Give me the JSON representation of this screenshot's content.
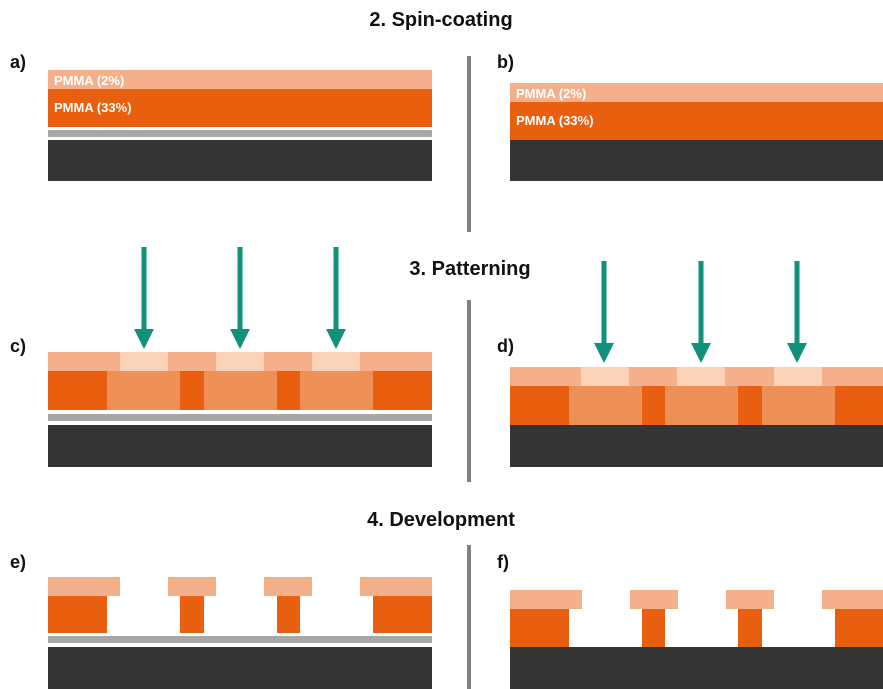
{
  "steps": {
    "spin_coating": "2. Spin-coating",
    "patterning": "3. Patterning",
    "development": "4. Development"
  },
  "panels": {
    "a": "a)",
    "b": "b)",
    "c": "c)",
    "d": "d)",
    "e": "e)",
    "f": "f)"
  },
  "layers": {
    "pmma_thin": "PMMA (2%)",
    "pmma_thick": "PMMA (33%)"
  },
  "colors": {
    "pmma_thin": "#f4b08a",
    "pmma_thick": "#e8600f",
    "exposed_thick": "#ee8f55",
    "exposed_thin": "#f9d2b8",
    "substrate": "#343434",
    "interlayer_grey": "#a7a7a7",
    "divider": "#808080",
    "arrow": "#12917a"
  }
}
